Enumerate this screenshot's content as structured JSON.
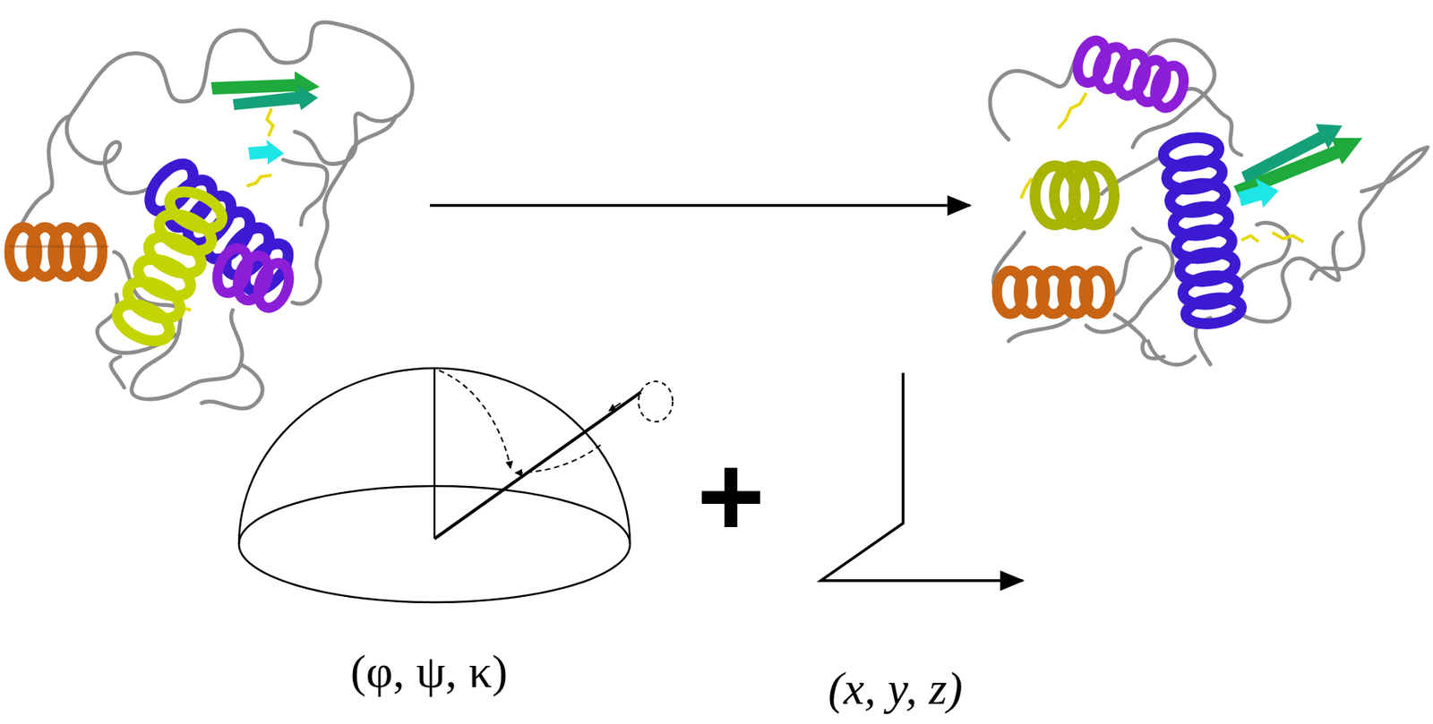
{
  "diagram": {
    "labels": [
      "(φ, ψ, κ)",
      "+",
      "(x, y, z)"
    ]
  }
}
